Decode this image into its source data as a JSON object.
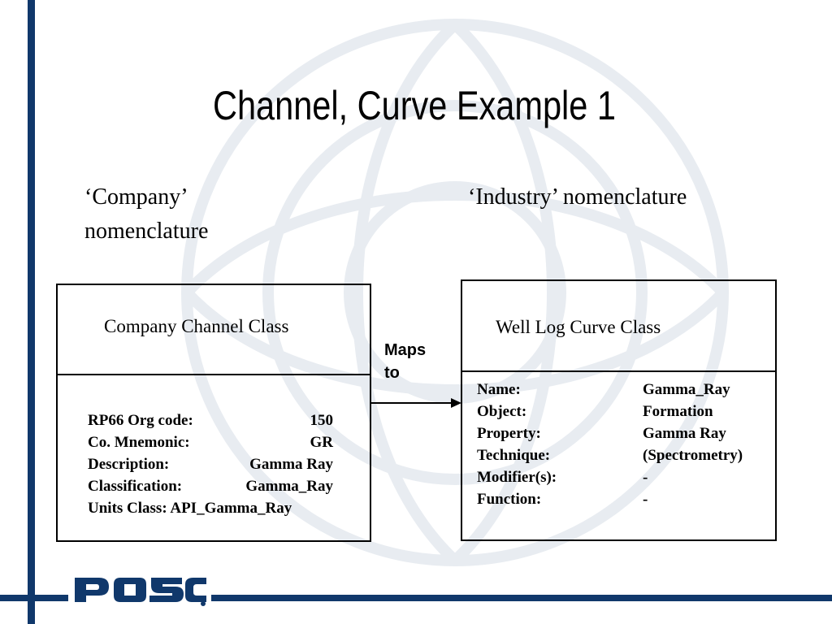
{
  "slide": {
    "title": "Channel, Curve Example 1",
    "company_heading_line1": "‘Company’",
    "company_heading_line2": "nomenclature",
    "industry_heading": "‘Industry’ nomenclature",
    "maps_label_line1": "Maps",
    "maps_label_line2": "to",
    "logo_text": "POSC",
    "brand_color": "#10386b"
  },
  "company_box": {
    "title": "Company Channel Class",
    "rows": [
      {
        "key": "RP66 Org code:",
        "value": "150"
      },
      {
        "key": "Co. Mnemonic:",
        "value": "GR"
      },
      {
        "key": "Description:",
        "value": "Gamma Ray"
      },
      {
        "key": "Classification:",
        "value": "Gamma_Ray"
      },
      {
        "key": "Units Class: API_Gamma_Ray",
        "value": ""
      }
    ]
  },
  "curve_box": {
    "title": "Well Log Curve Class",
    "rows": [
      {
        "key": "Name:",
        "value": "Gamma_Ray"
      },
      {
        "key": "Object:",
        "value": "Formation"
      },
      {
        "key": "Property:",
        "value": "Gamma Ray"
      },
      {
        "key": "Technique:",
        "value": "(Spectrometry)"
      },
      {
        "key": "Modifier(s):",
        "value": "-"
      },
      {
        "key": "Function:",
        "value": "-"
      }
    ]
  }
}
